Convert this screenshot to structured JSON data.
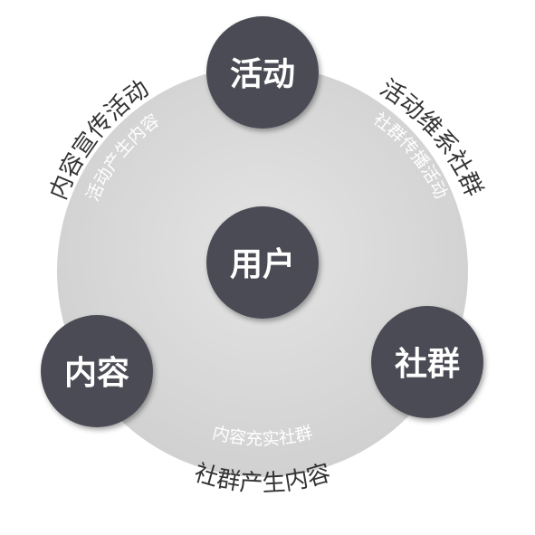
{
  "diagram": {
    "nodes": {
      "top": "活动",
      "center": "用户",
      "left": "内容",
      "right": "社群"
    },
    "outer_labels": {
      "upper_left": "内容宣传活动",
      "upper_right": "活动维系社群",
      "bottom": "社群产生内容"
    },
    "inner_labels": {
      "upper_left": "活动产生内容",
      "upper_right": "社群传播活动",
      "bottom": "内容充实社群"
    },
    "colors": {
      "ring_fill": "#d9d9d9",
      "node_fill": "#4b4b55",
      "outer_text": "#333333",
      "inner_text": "#ffffff"
    }
  }
}
